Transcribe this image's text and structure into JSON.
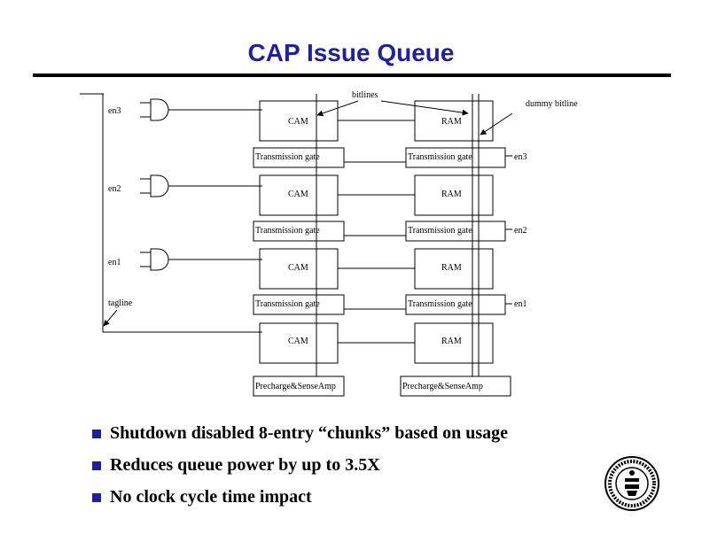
{
  "slide": {
    "title": "CAP Issue Queue"
  },
  "diagram": {
    "labels": {
      "bitlines": "bitlines",
      "dummy_bitline": "dummy bitline",
      "en3": "en3",
      "en2": "en2",
      "en1": "en1",
      "tagline": "tagline",
      "cam": "CAM",
      "ram": "RAM",
      "transmission_gate": "Transmission gate",
      "precharge": "Precharge&SenseAmp"
    }
  },
  "bullets": [
    "Shutdown disabled 8-entry “chunks” based on usage",
    "Reduces queue power by up to 3.5X",
    "No clock cycle time impact"
  ],
  "colors": {
    "title": "#1f1fa6",
    "bullet_square": "#1f1fa6"
  },
  "icons": {
    "logo": "university-seal-icon"
  }
}
